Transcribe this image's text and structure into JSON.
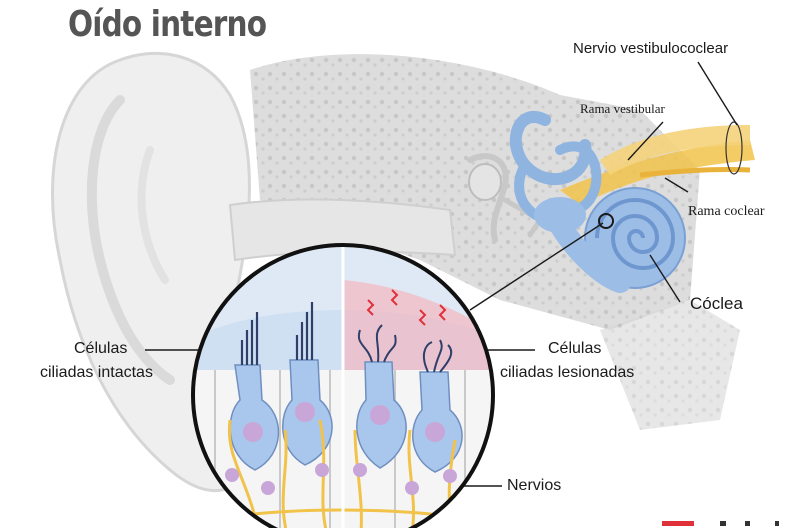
{
  "title": "Oído interno",
  "labels": {
    "nervio_vestibulococlear": "Nervio vestibulococlear",
    "rama_vestibular": "Rama vestibular",
    "rama_coclear": "Rama coclear",
    "coclea": "Cóclea",
    "celulas_intactas_1": "Células",
    "celulas_intactas_2": "ciliadas intactas",
    "celulas_lesionadas_1": "Células",
    "celulas_lesionadas_2": "ciliadas lesionadas",
    "nervios": "Nervios"
  },
  "colors": {
    "bone": "#dcdcdc",
    "skin": "#efefef",
    "cochlea_blue": "#8fb4e0",
    "nerve_yellow": "#f2c34a",
    "hair_cell": "#a9c6ec",
    "damage_pink": "#f4b6c0",
    "stripe_red": "#e0303a"
  }
}
